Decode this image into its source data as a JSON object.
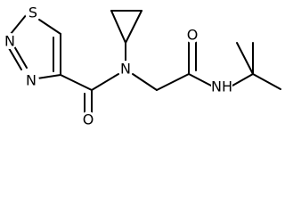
{
  "molecule": {
    "atoms": {
      "s1": "S",
      "n2": "N",
      "n3": "N",
      "o_amide1": "O",
      "n_amide1": "N",
      "o_amide2": "O",
      "n_amide2": "NH"
    },
    "colors": {
      "bond": "#000000",
      "text": "#000000",
      "background": "#ffffff"
    }
  }
}
